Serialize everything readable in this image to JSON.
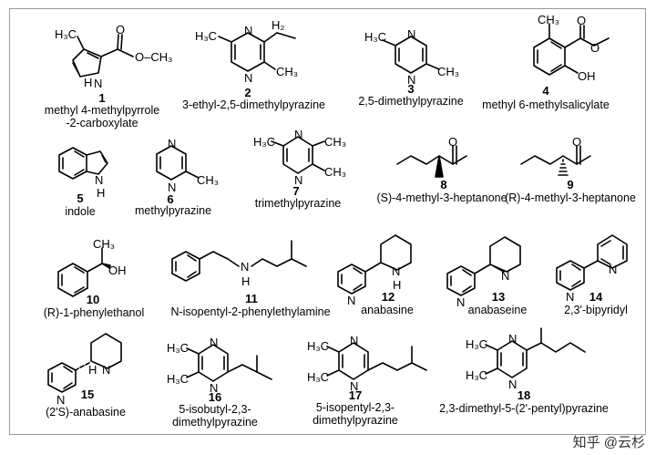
{
  "compounds": [
    {
      "num": "1",
      "name": "methyl 4-methylpyrrole\n-2-carboxylate"
    },
    {
      "num": "2",
      "name": "3-ethyl-2,5-dimethylpyrazine"
    },
    {
      "num": "3",
      "name": "2,5-dimethylpyrazine"
    },
    {
      "num": "4",
      "name": "methyl 6-methylsalicylate"
    },
    {
      "num": "5",
      "name": "indole"
    },
    {
      "num": "6",
      "name": "methylpyrazine"
    },
    {
      "num": "7",
      "name": "trimethylpyrazine"
    },
    {
      "num": "8",
      "name": "(S)-4-methyl-3-heptanone"
    },
    {
      "num": "9",
      "name": "(R)-4-methyl-3-heptanone"
    },
    {
      "num": "10",
      "name": "(R)-1-phenylethanol"
    },
    {
      "num": "11",
      "name": "N-isopentyl-2-phenylethylamine"
    },
    {
      "num": "12",
      "name": "anabasine"
    },
    {
      "num": "13",
      "name": "anabaseine"
    },
    {
      "num": "14",
      "name": "2,3'-bipyridyl"
    },
    {
      "num": "15",
      "name": "(2'S)-anabasine"
    },
    {
      "num": "16",
      "name": "5-isobutyl-2,3-\ndimethylpyrazine"
    },
    {
      "num": "17",
      "name": "5-isopentyl-2,3-\ndimethylpyrazine"
    },
    {
      "num": "18",
      "name": "2,3-dimethyl-5-(2'-pentyl)pyrazine"
    }
  ],
  "atoms": {
    "h3c": "H₃C",
    "ch3": "CH₃",
    "ch3_oc": "O–CH₃",
    "n": "N",
    "nh": "N",
    "h": "H",
    "o": "O",
    "oh": "OH",
    "h2": "H₂"
  },
  "watermark": "知乎 @云杉"
}
